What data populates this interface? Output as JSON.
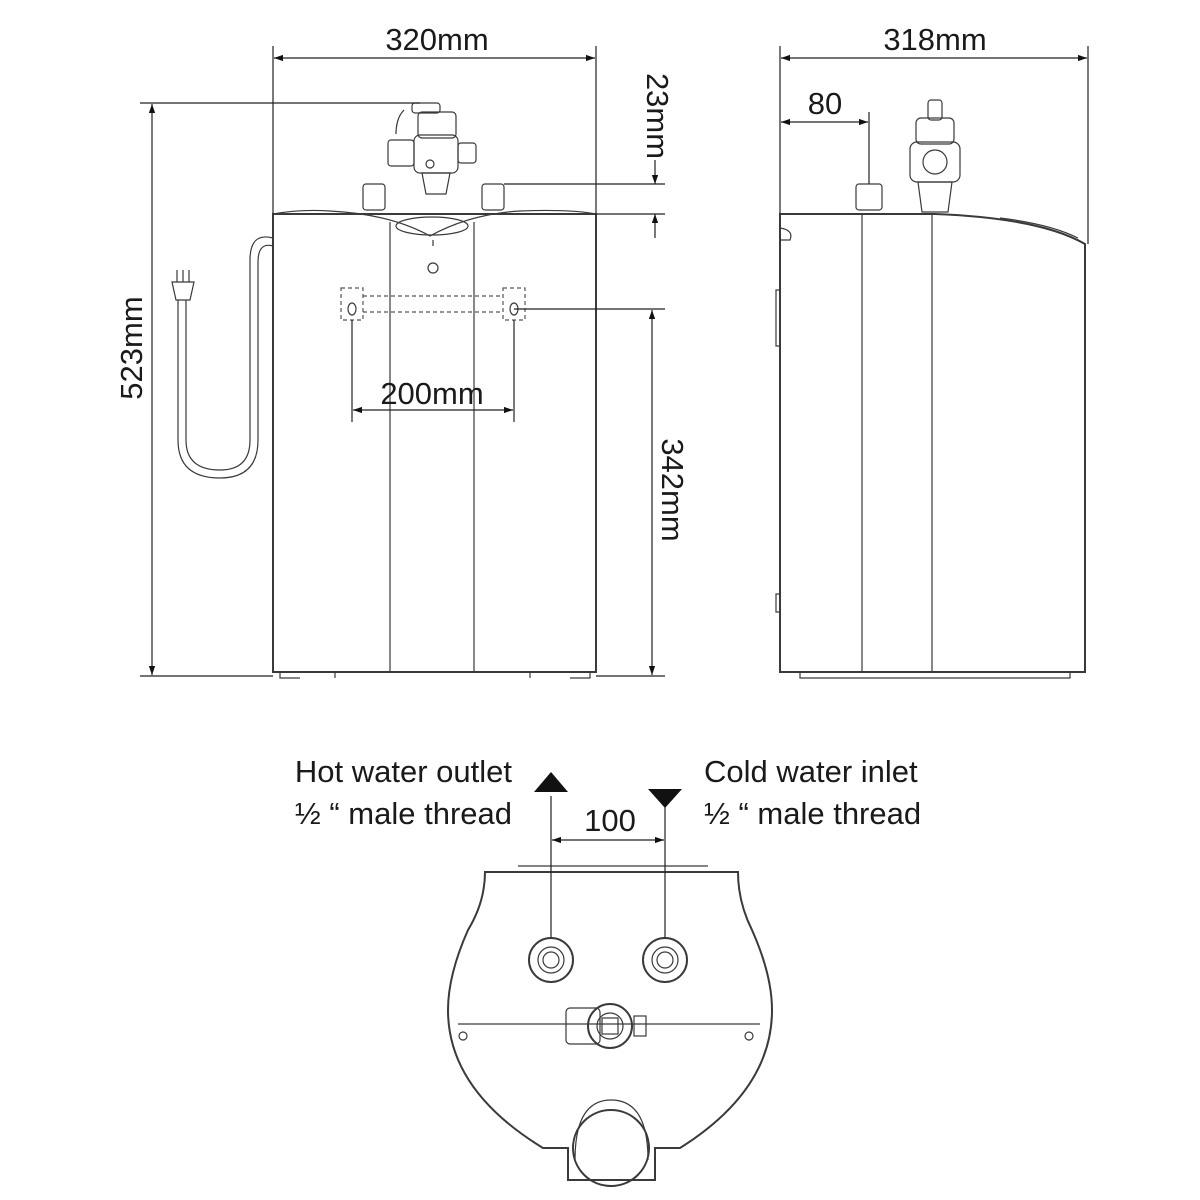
{
  "dimensions": {
    "front_width": "320mm",
    "side_width": "318mm",
    "side_offset": "80",
    "top_fitting_height": "23mm",
    "total_height": "523mm",
    "mount_spacing": "200mm",
    "mount_height": "342mm",
    "connection_spacing": "100"
  },
  "labels": {
    "hot_outlet": {
      "line1": "Hot water outlet",
      "line2": "½ “ male thread"
    },
    "cold_inlet": {
      "line1": "Cold water inlet",
      "line2": "½ “ male thread"
    }
  }
}
